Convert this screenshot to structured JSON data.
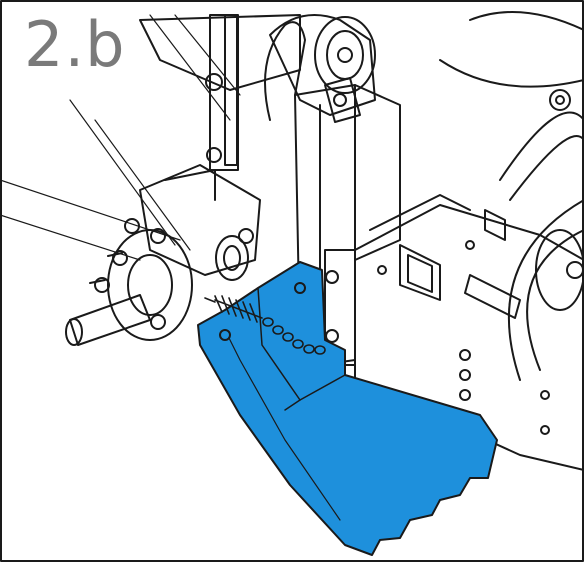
{
  "figure": {
    "step_label": "2.b",
    "colors": {
      "highlight": "#1e90dc",
      "line": "#1a1a1a",
      "paper": "#ffffff",
      "label": "#7a7a7a"
    },
    "components": [
      "wheel-hub",
      "bracket",
      "vertical-column",
      "pulley",
      "frame-plate",
      "drive-belt",
      "highlighted-skid-guard",
      "spring",
      "chain"
    ]
  }
}
